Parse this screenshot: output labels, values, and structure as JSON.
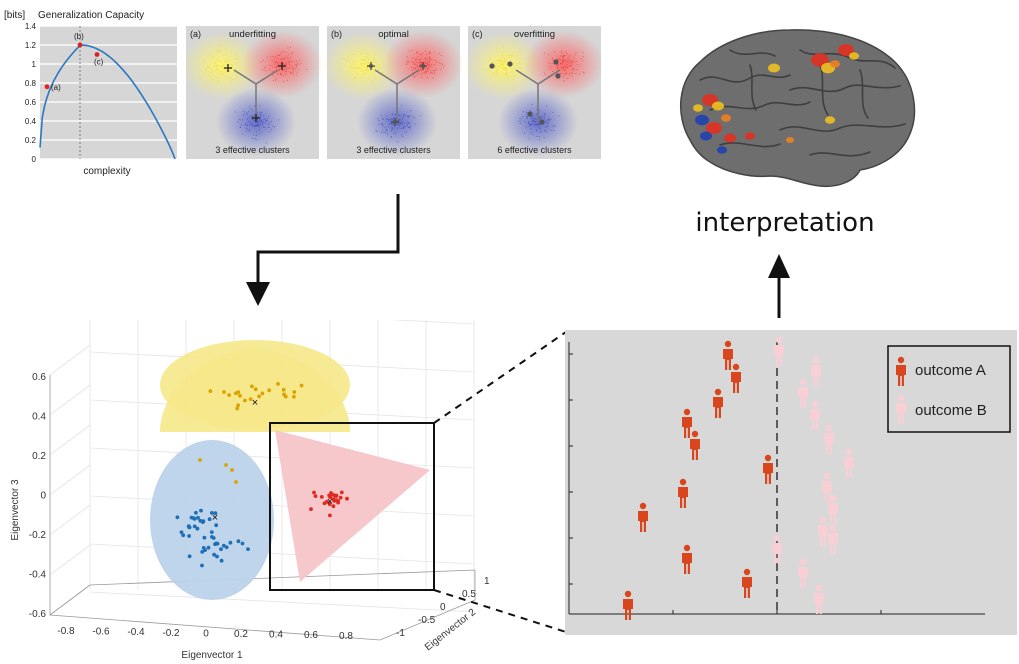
{
  "capacity_chart": {
    "unit_label": "[bits]",
    "title": "Generalization Capacity",
    "xlabel": "complexity",
    "y_ticks": [
      "0",
      "0.2",
      "0.4",
      "0.6",
      "0.8",
      "1",
      "1.2",
      "1.4"
    ],
    "points": [
      {
        "label": "(a)",
        "complexity": 0.05,
        "capacity": 0.76
      },
      {
        "label": "(b)",
        "complexity": 0.3,
        "capacity": 1.2
      },
      {
        "label": "(c)",
        "complexity": 0.42,
        "capacity": 1.1
      }
    ]
  },
  "cluster_panels": [
    {
      "tag": "(a)",
      "title": "underfitting",
      "caption": "3 effective clusters"
    },
    {
      "tag": "(b)",
      "title": "optimal",
      "caption": "3 effective clusters"
    },
    {
      "tag": "(c)",
      "title": "overfitting",
      "caption": "6 effective clusters"
    }
  ],
  "scatter3d": {
    "xlabel": "Eigenvector 1",
    "ylabel": "Eigenvector 3",
    "zlabel": "Eigenvector 2",
    "x_ticks": [
      "-0.8",
      "-0.6",
      "-0.4",
      "-0.2",
      "0",
      "0.2",
      "0.4",
      "0.6",
      "0.8"
    ],
    "y_ticks": [
      "0.6",
      "0.4",
      "0.2",
      "0",
      "-0.2",
      "-0.4",
      "-0.6"
    ],
    "z_ticks": [
      "1",
      "0.5",
      "0",
      "-0.5",
      "-1"
    ],
    "colors": {
      "yellow": "#f6e88a",
      "blue": "#bcd3ea",
      "red": "#f6c5c9",
      "blue_dot": "#1f6fb8",
      "yellow_dot": "#d9a400",
      "red_dot": "#e02a20"
    }
  },
  "interpretation_label": "interpretation",
  "legend": {
    "outcome_a": "outcome A",
    "outcome_b": "outcome B",
    "color_a": "#d9461e",
    "color_b": "#f7cfd4"
  }
}
